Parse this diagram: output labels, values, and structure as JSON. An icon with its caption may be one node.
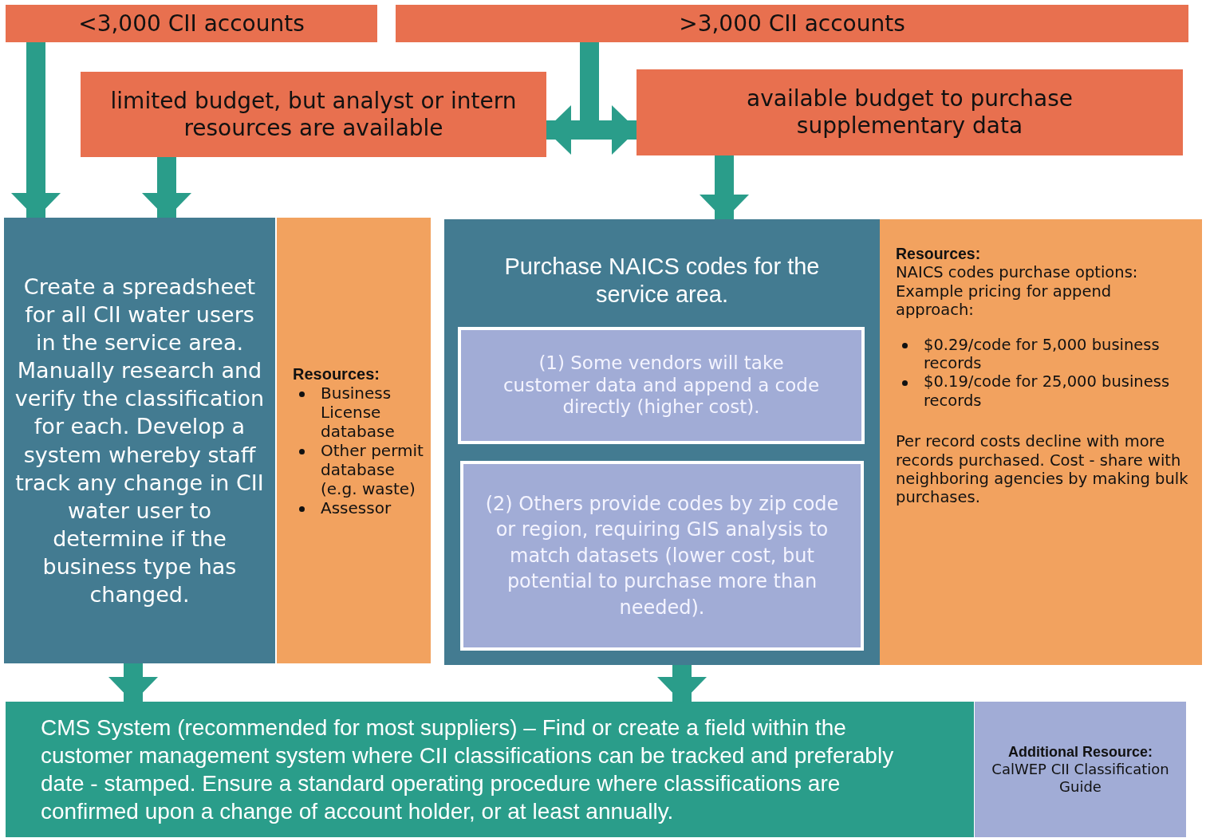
{
  "diagram": {
    "nodes": [
      {
        "text": [
          "<3,000 CII accounts"
        ]
      },
      {
        "text": [
          ">3,000 CII accounts"
        ]
      },
      {
        "text": [
          "limited budget, but analyst or intern resources are available"
        ]
      },
      {
        "text": [
          "available budget to purchase supplementary data"
        ]
      },
      {
        "text": [
          "Create a spreadsheet for all CII water users in the service area. Manually research and verify the classification for each. Develop a system whereby staff track any change in CII water user to determine if the business type has changed."
        ]
      },
      {
        "text": [
          "Resources:",
          "Business License database",
          "Other permit database (e.g. waste)",
          "Assessor"
        ]
      },
      {
        "text": [
          "Purchase NAICS codes for the service area."
        ]
      },
      {
        "text": [
          "(1) Some vendors will take customer data and append a code directly (higher cost)."
        ],
        "in": 6
      },
      {
        "text": [
          "(2) Others provide codes by zip code or region, requiring GIS analysis to match datasets (lower cost, but potential to purchase more than needed)."
        ],
        "in": 6
      },
      {
        "text": [
          "Resources:",
          "NAICS codes purchase options:",
          "Example pricing for append approach:",
          "$0.29/code for 5,000 business records",
          "$0.19/code for 25,000 business records",
          "Per record costs decline with more records purchased. Cost - share with neighboring agencies by making bulk purchases."
        ]
      },
      {
        "text": [
          "CMS System (recommended for most suppliers) – Find or create a field within the customer management system where CII classifications can be tracked and preferably date - stamped. Ensure a standard operating procedure where classifications are confirmed upon a change of account holder, or at least annually."
        ]
      },
      {
        "text": [
          "Additional Resource:",
          "CalWEP CII Classification Guide"
        ]
      }
    ],
    "edges": [
      {
        "from": 0,
        "to": 4,
        "arrow": "to"
      },
      {
        "from": 2,
        "to": 4,
        "arrow": "to"
      },
      {
        "from": 1,
        "to": 2,
        "arrow": "to"
      },
      {
        "from": 1,
        "to": 3,
        "arrow": "to"
      },
      {
        "from": 3,
        "to": 6,
        "arrow": "to"
      },
      {
        "from": 4,
        "to": 10,
        "arrow": "to"
      },
      {
        "from": 6,
        "to": 10,
        "arrow": "to"
      }
    ]
  }
}
